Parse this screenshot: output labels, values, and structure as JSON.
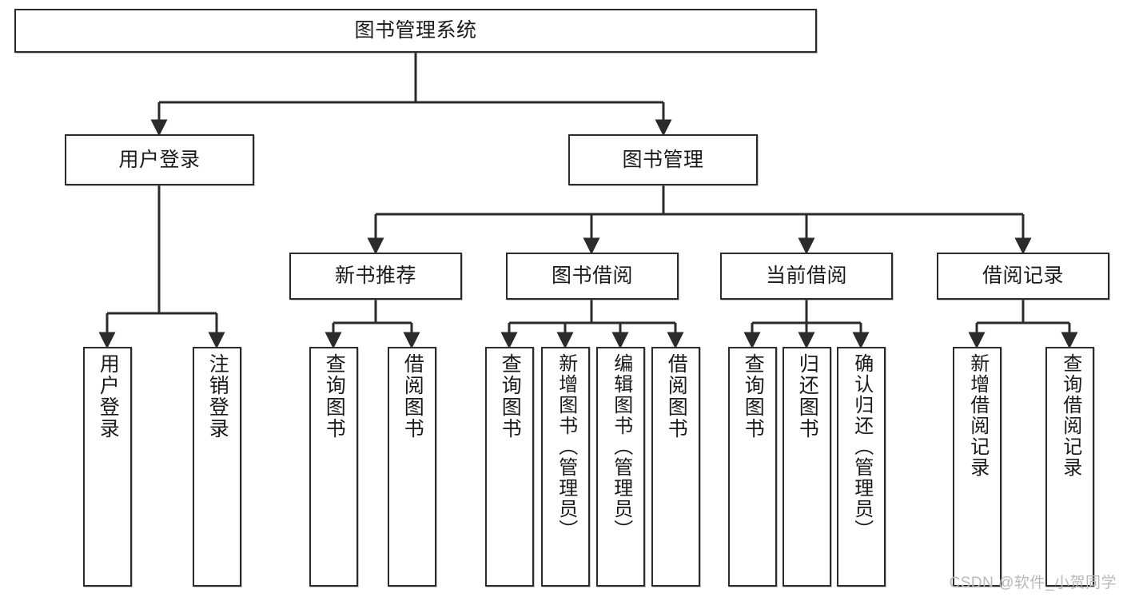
{
  "diagram": {
    "title": "图书管理系统",
    "type": "tree-hierarchy",
    "watermark": "CSDN @软件_小贺同学",
    "line_color": "#2b2b2b",
    "box_fill": "#ffffff",
    "text_color": "#1a1a1a"
  },
  "nodes": {
    "root": {
      "label": "图书管理系统",
      "level": 1,
      "orientation": "horizontal"
    },
    "l2": [
      {
        "id": "user-login",
        "label": "用户登录",
        "level": 2,
        "orientation": "horizontal"
      },
      {
        "id": "book-manage",
        "label": "图书管理",
        "level": 2,
        "orientation": "horizontal"
      }
    ],
    "l3": [
      {
        "id": "new-book-rec",
        "label": "新书推荐",
        "level": 3,
        "orientation": "horizontal"
      },
      {
        "id": "book-borrow",
        "label": "图书借阅",
        "level": 3,
        "orientation": "horizontal"
      },
      {
        "id": "current-borrow",
        "label": "当前借阅",
        "level": 3,
        "orientation": "horizontal"
      },
      {
        "id": "borrow-record",
        "label": "借阅记录",
        "level": 3,
        "orientation": "horizontal"
      }
    ],
    "leaves": {
      "user_login": [
        {
          "id": "leaf-user-login",
          "label": "用户登录"
        },
        {
          "id": "leaf-user-logout",
          "label": "注销登录"
        }
      ],
      "new_book_rec": [
        {
          "id": "leaf-query-book-1",
          "label": "查询图书"
        },
        {
          "id": "leaf-borrow-book-1",
          "label": "借阅图书"
        }
      ],
      "book_borrow": [
        {
          "id": "leaf-query-book-2",
          "label": "查询图书"
        },
        {
          "id": "leaf-add-book",
          "label": "新增图书（管理员）"
        },
        {
          "id": "leaf-edit-book",
          "label": "编辑图书（管理员）"
        },
        {
          "id": "leaf-borrow-book-2",
          "label": "借阅图书"
        }
      ],
      "current_borrow": [
        {
          "id": "leaf-query-book-3",
          "label": "查询图书"
        },
        {
          "id": "leaf-return-book",
          "label": "归还图书"
        },
        {
          "id": "leaf-confirm-return",
          "label": "确认归还（管理员）"
        }
      ],
      "borrow_record": [
        {
          "id": "leaf-add-record",
          "label": "新增借阅记录"
        },
        {
          "id": "leaf-query-record",
          "label": "查询借阅记录"
        }
      ]
    }
  }
}
